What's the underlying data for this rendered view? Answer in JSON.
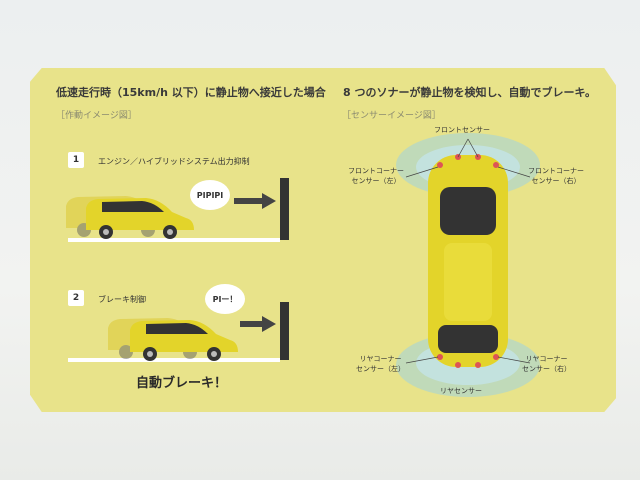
{
  "heading_left": "低速走行時（15km/h 以下）に静止物へ接近した場合",
  "heading_right": "8 つのソナーが静止物を検知し、自動でブレーキ。",
  "caption_left": "［作動イメージ図］",
  "caption_right": "［センサーイメージ図］",
  "steps": [
    {
      "num": "1",
      "label": "エンジン／ハイブリッドシステム出力抑制",
      "sound": "PIPIPI"
    },
    {
      "num": "2",
      "label": "ブレーキ制御",
      "sound": "PIー！"
    }
  ],
  "auto_brake_label": "自動ブレーキ！",
  "sensors": {
    "front": "フロントセンサー",
    "front_corner_left": [
      "フロントコーナー",
      "センサー（左）"
    ],
    "front_corner_right": [
      "フロントコーナー",
      "センサー（右）"
    ],
    "rear_corner_left": [
      "リヤコーナー",
      "センサー（左）"
    ],
    "rear_corner_right": [
      "リヤコーナー",
      "センサー（右）"
    ],
    "rear": "リヤセンサー"
  },
  "colors": {
    "card": "#e8e38a",
    "car_body": "#e3d42a",
    "sensor_wave": "#9fd4e0"
  }
}
